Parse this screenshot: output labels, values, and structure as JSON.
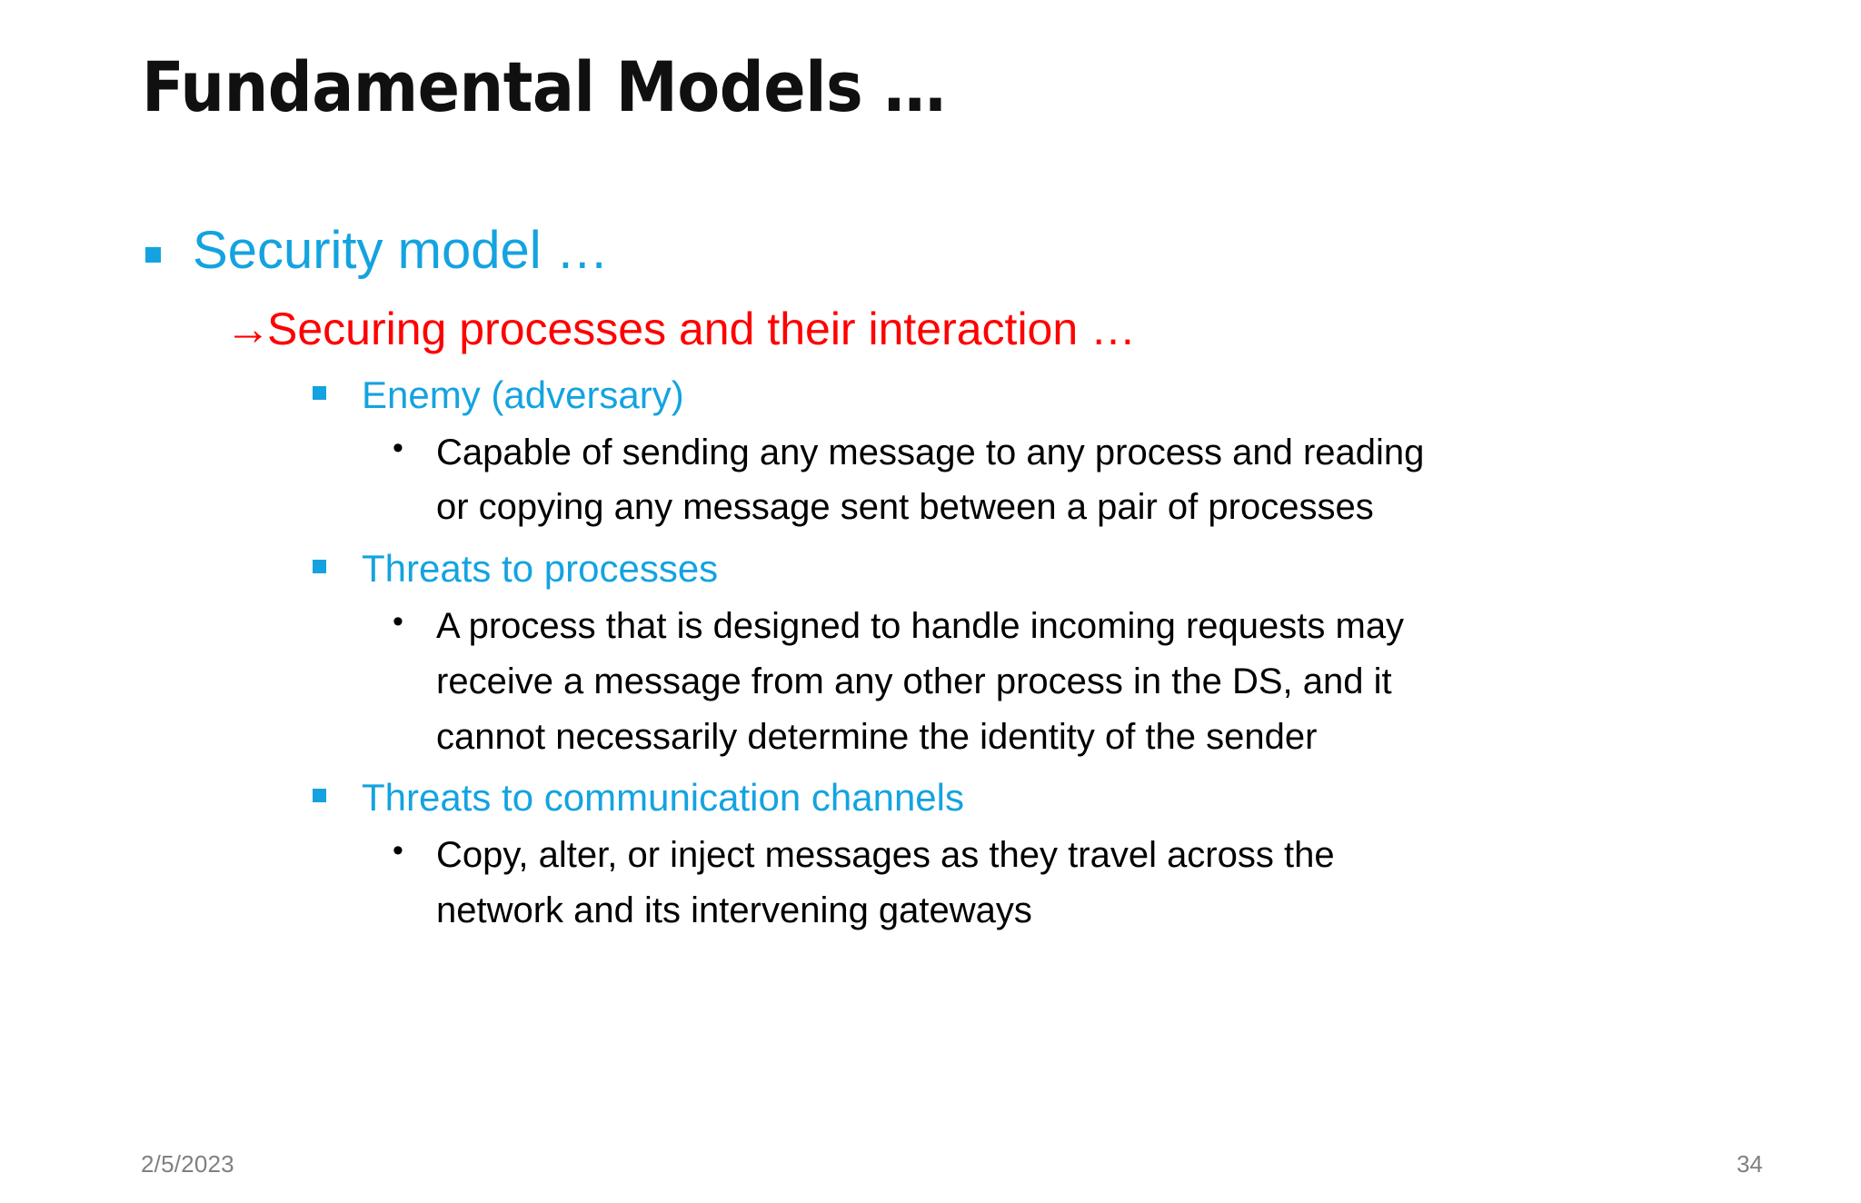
{
  "slide": {
    "title": "Fundamental Models …",
    "colors": {
      "accent_cyan": "#14A3E0",
      "accent_red": "#FF0000",
      "body_black": "#000000",
      "footer_gray": "#808080",
      "background": "#FFFFFF"
    },
    "level1": {
      "marker": "square-bullet",
      "text": "Security model …"
    },
    "level2": {
      "marker": "→",
      "text": "Securing processes and their interaction …"
    },
    "sections": [
      {
        "heading_marker": "square-bullet",
        "heading": "Enemy (adversary)",
        "body_marker": "•",
        "body": "Capable of sending any message to any process and reading or copying any message sent between a pair of processes"
      },
      {
        "heading_marker": "square-bullet",
        "heading": "Threats to processes",
        "body_marker": "•",
        "body": "A process that is designed to handle incoming requests may receive a message from any other process in the DS, and it cannot necessarily determine the identity of the sender"
      },
      {
        "heading_marker": "square-bullet",
        "heading": "Threats to communication channels",
        "body_marker": "•",
        "body": "Copy, alter, or inject messages as they travel across the network and its intervening gateways"
      }
    ],
    "footer": {
      "date": "2/5/2023",
      "page_number": "34"
    }
  }
}
